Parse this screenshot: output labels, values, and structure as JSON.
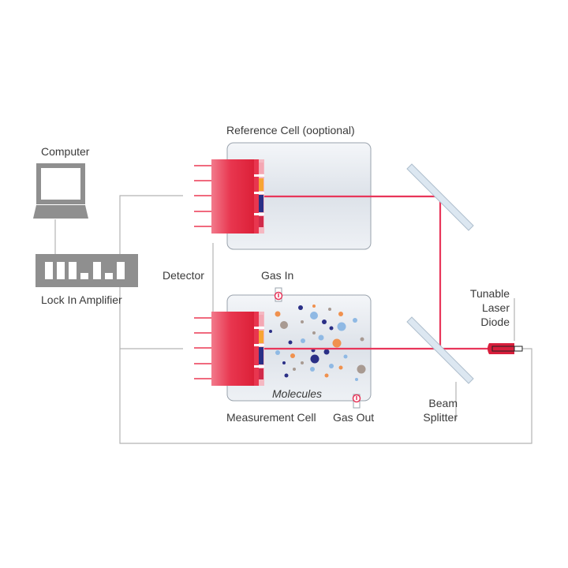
{
  "labels": {
    "computer": "Computer",
    "lock_in_amplifier": "Lock In Amplifier",
    "reference_cell": "Reference Cell (ooptional)",
    "detector": "Detector",
    "gas_in": "Gas In",
    "molecules": "Molecules",
    "measurement_cell": "Measurement Cell",
    "gas_out": "Gas Out",
    "laser_line1": "Tunable",
    "laser_line2": "Laser",
    "laser_line3": "Diode",
    "beam_line1": "Beam",
    "beam_line2": "Splitter"
  },
  "colors": {
    "laser_beam": "#e8365a",
    "detector_red": "#e0283f",
    "detector_pink": "#f06a7e",
    "cell_glass": "#e6eaf0",
    "cell_border": "#9aa3ad",
    "wire": "#b4b4b4",
    "device_gray": "#8f8f8f",
    "mirror": "#d4e1ee",
    "molecule_blue_light": "#8fb9e4",
    "molecule_navy": "#2a2f86",
    "molecule_orange": "#f0914e",
    "molecule_taupe": "#a89a92"
  }
}
